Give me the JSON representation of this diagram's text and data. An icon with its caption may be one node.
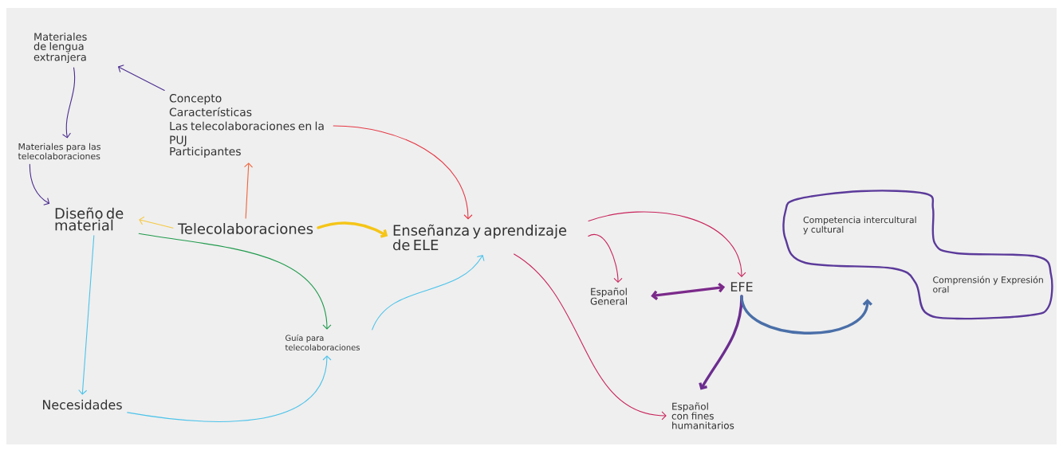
{
  "diagram": {
    "nodes": [
      {
        "text": [
          "Materiales de lengua extranjera"
        ]
      },
      {
        "text": [
          "Concepto",
          "Características",
          "Las telecolaboraciones en la PUJ",
          "Participantes"
        ]
      },
      {
        "text": [
          "Materiales para las telecolaboraciones"
        ]
      },
      {
        "text": [
          "Diseño de material"
        ]
      },
      {
        "text": [
          "Telecolaboraciones"
        ]
      },
      {
        "text": [
          "Enseñanza y aprendizaje de ELE"
        ]
      },
      {
        "text": [
          "Guía para telecolaboraciones"
        ]
      },
      {
        "text": [
          "Necesidades"
        ]
      },
      {
        "text": [
          "Español General"
        ]
      },
      {
        "text": [
          "EFE"
        ]
      },
      {
        "text": [
          "Español con fines humanitarios"
        ]
      },
      {
        "text": [
          "Competencia intercultural y cultural",
          "Comprensión y Expresión oral"
        ]
      }
    ],
    "edges": [
      {
        "from": 1,
        "to": 0,
        "arrow": "to",
        "color": "#4b2d8f"
      },
      {
        "from": 0,
        "to": 2,
        "arrow": "to",
        "color": "#4b2d8f"
      },
      {
        "from": 2,
        "to": 3,
        "arrow": "to",
        "color": "#4b2d8f"
      },
      {
        "from": 4,
        "to": 3,
        "arrow": "to",
        "color": "#f5c842"
      },
      {
        "from": 4,
        "to": 1,
        "arrow": "to",
        "color": "#f0643a"
      },
      {
        "from": 4,
        "to": 5,
        "arrow": "to",
        "style": "thick",
        "color": "#f5c518"
      },
      {
        "from": 1,
        "to": 5,
        "arrow": "to",
        "color": "#e53945"
      },
      {
        "from": 3,
        "to": 6,
        "arrow": "to",
        "color": "#1f9a4c"
      },
      {
        "from": 3,
        "to": 7,
        "arrow": "to",
        "color": "#4cc3ea"
      },
      {
        "from": 7,
        "to": 6,
        "arrow": "to",
        "color": "#4cc3ea"
      },
      {
        "from": 6,
        "to": 5,
        "arrow": "to",
        "color": "#4cc3ea"
      },
      {
        "from": 5,
        "to": 9,
        "arrow": "to",
        "color": "#c8235a"
      },
      {
        "from": 5,
        "to": 8,
        "arrow": "to",
        "color": "#c8235a"
      },
      {
        "from": 5,
        "to": 10,
        "arrow": "to",
        "color": "#c8235a"
      },
      {
        "from": 8,
        "to": 9,
        "arrow": "both",
        "style": "thick",
        "color": "#7b2a8a"
      },
      {
        "from": 9,
        "to": 10,
        "arrow": "to",
        "style": "thick",
        "color": "#6b2d8f"
      },
      {
        "from": 9,
        "to": 11,
        "arrow": "to",
        "style": "thick",
        "color": "#4a6fa8"
      }
    ]
  }
}
